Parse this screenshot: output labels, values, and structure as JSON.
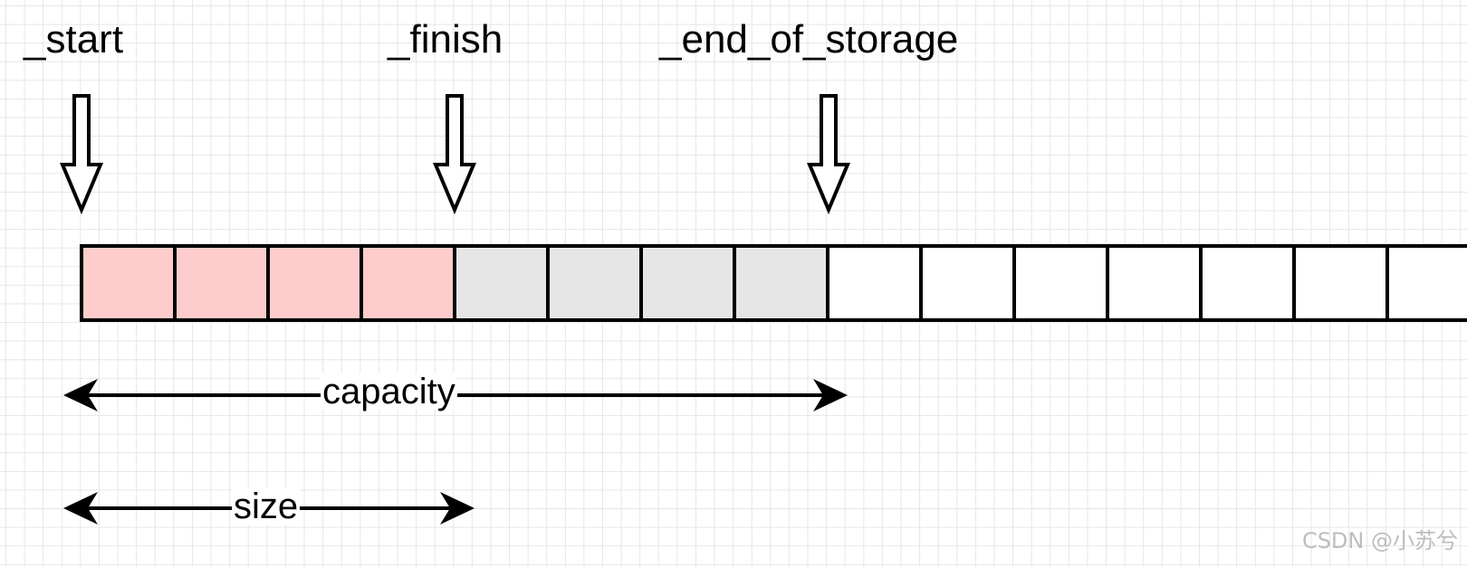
{
  "pointers": {
    "start": "_start",
    "finish": "_finish",
    "end_of_storage": "_end_of_storage"
  },
  "spans": {
    "capacity": "capacity",
    "size": "size"
  },
  "cells": {
    "used_count": 4,
    "reserved_count": 4,
    "unallocated_count": 7
  },
  "colors": {
    "used_fill": "#ffcccc",
    "reserved_fill": "#e6e6e6",
    "unallocated_fill": "#ffffff",
    "stroke": "#000000",
    "grid": "#e6e6e6"
  },
  "watermark": "CSDN @小苏兮"
}
